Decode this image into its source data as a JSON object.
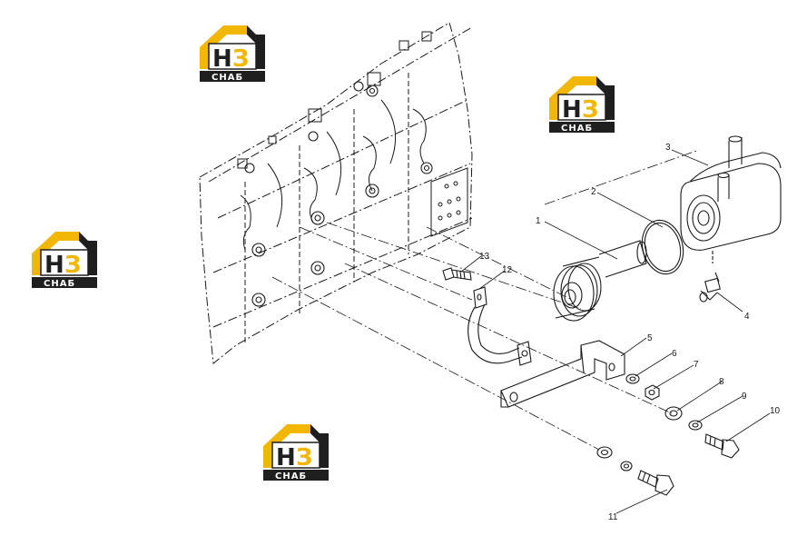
{
  "callouts": [
    {
      "id": "1",
      "label": "1"
    },
    {
      "id": "2",
      "label": "2"
    },
    {
      "id": "3",
      "label": "3"
    },
    {
      "id": "4",
      "label": "4"
    },
    {
      "id": "5",
      "label": "5"
    },
    {
      "id": "6",
      "label": "6"
    },
    {
      "id": "7",
      "label": "7"
    },
    {
      "id": "8",
      "label": "8"
    },
    {
      "id": "9",
      "label": "9"
    },
    {
      "id": "10",
      "label": "10"
    },
    {
      "id": "11",
      "label": "11"
    },
    {
      "id": "12",
      "label": "12"
    },
    {
      "id": "13",
      "label": "13"
    }
  ],
  "watermark": {
    "main_h": "Н",
    "main_3": "З",
    "sub": "СНАБ",
    "colors": {
      "yellow": "#f2b705",
      "dark": "#1f1f1f",
      "white": "#ffffff"
    }
  },
  "line_color": "#1a1a1a"
}
